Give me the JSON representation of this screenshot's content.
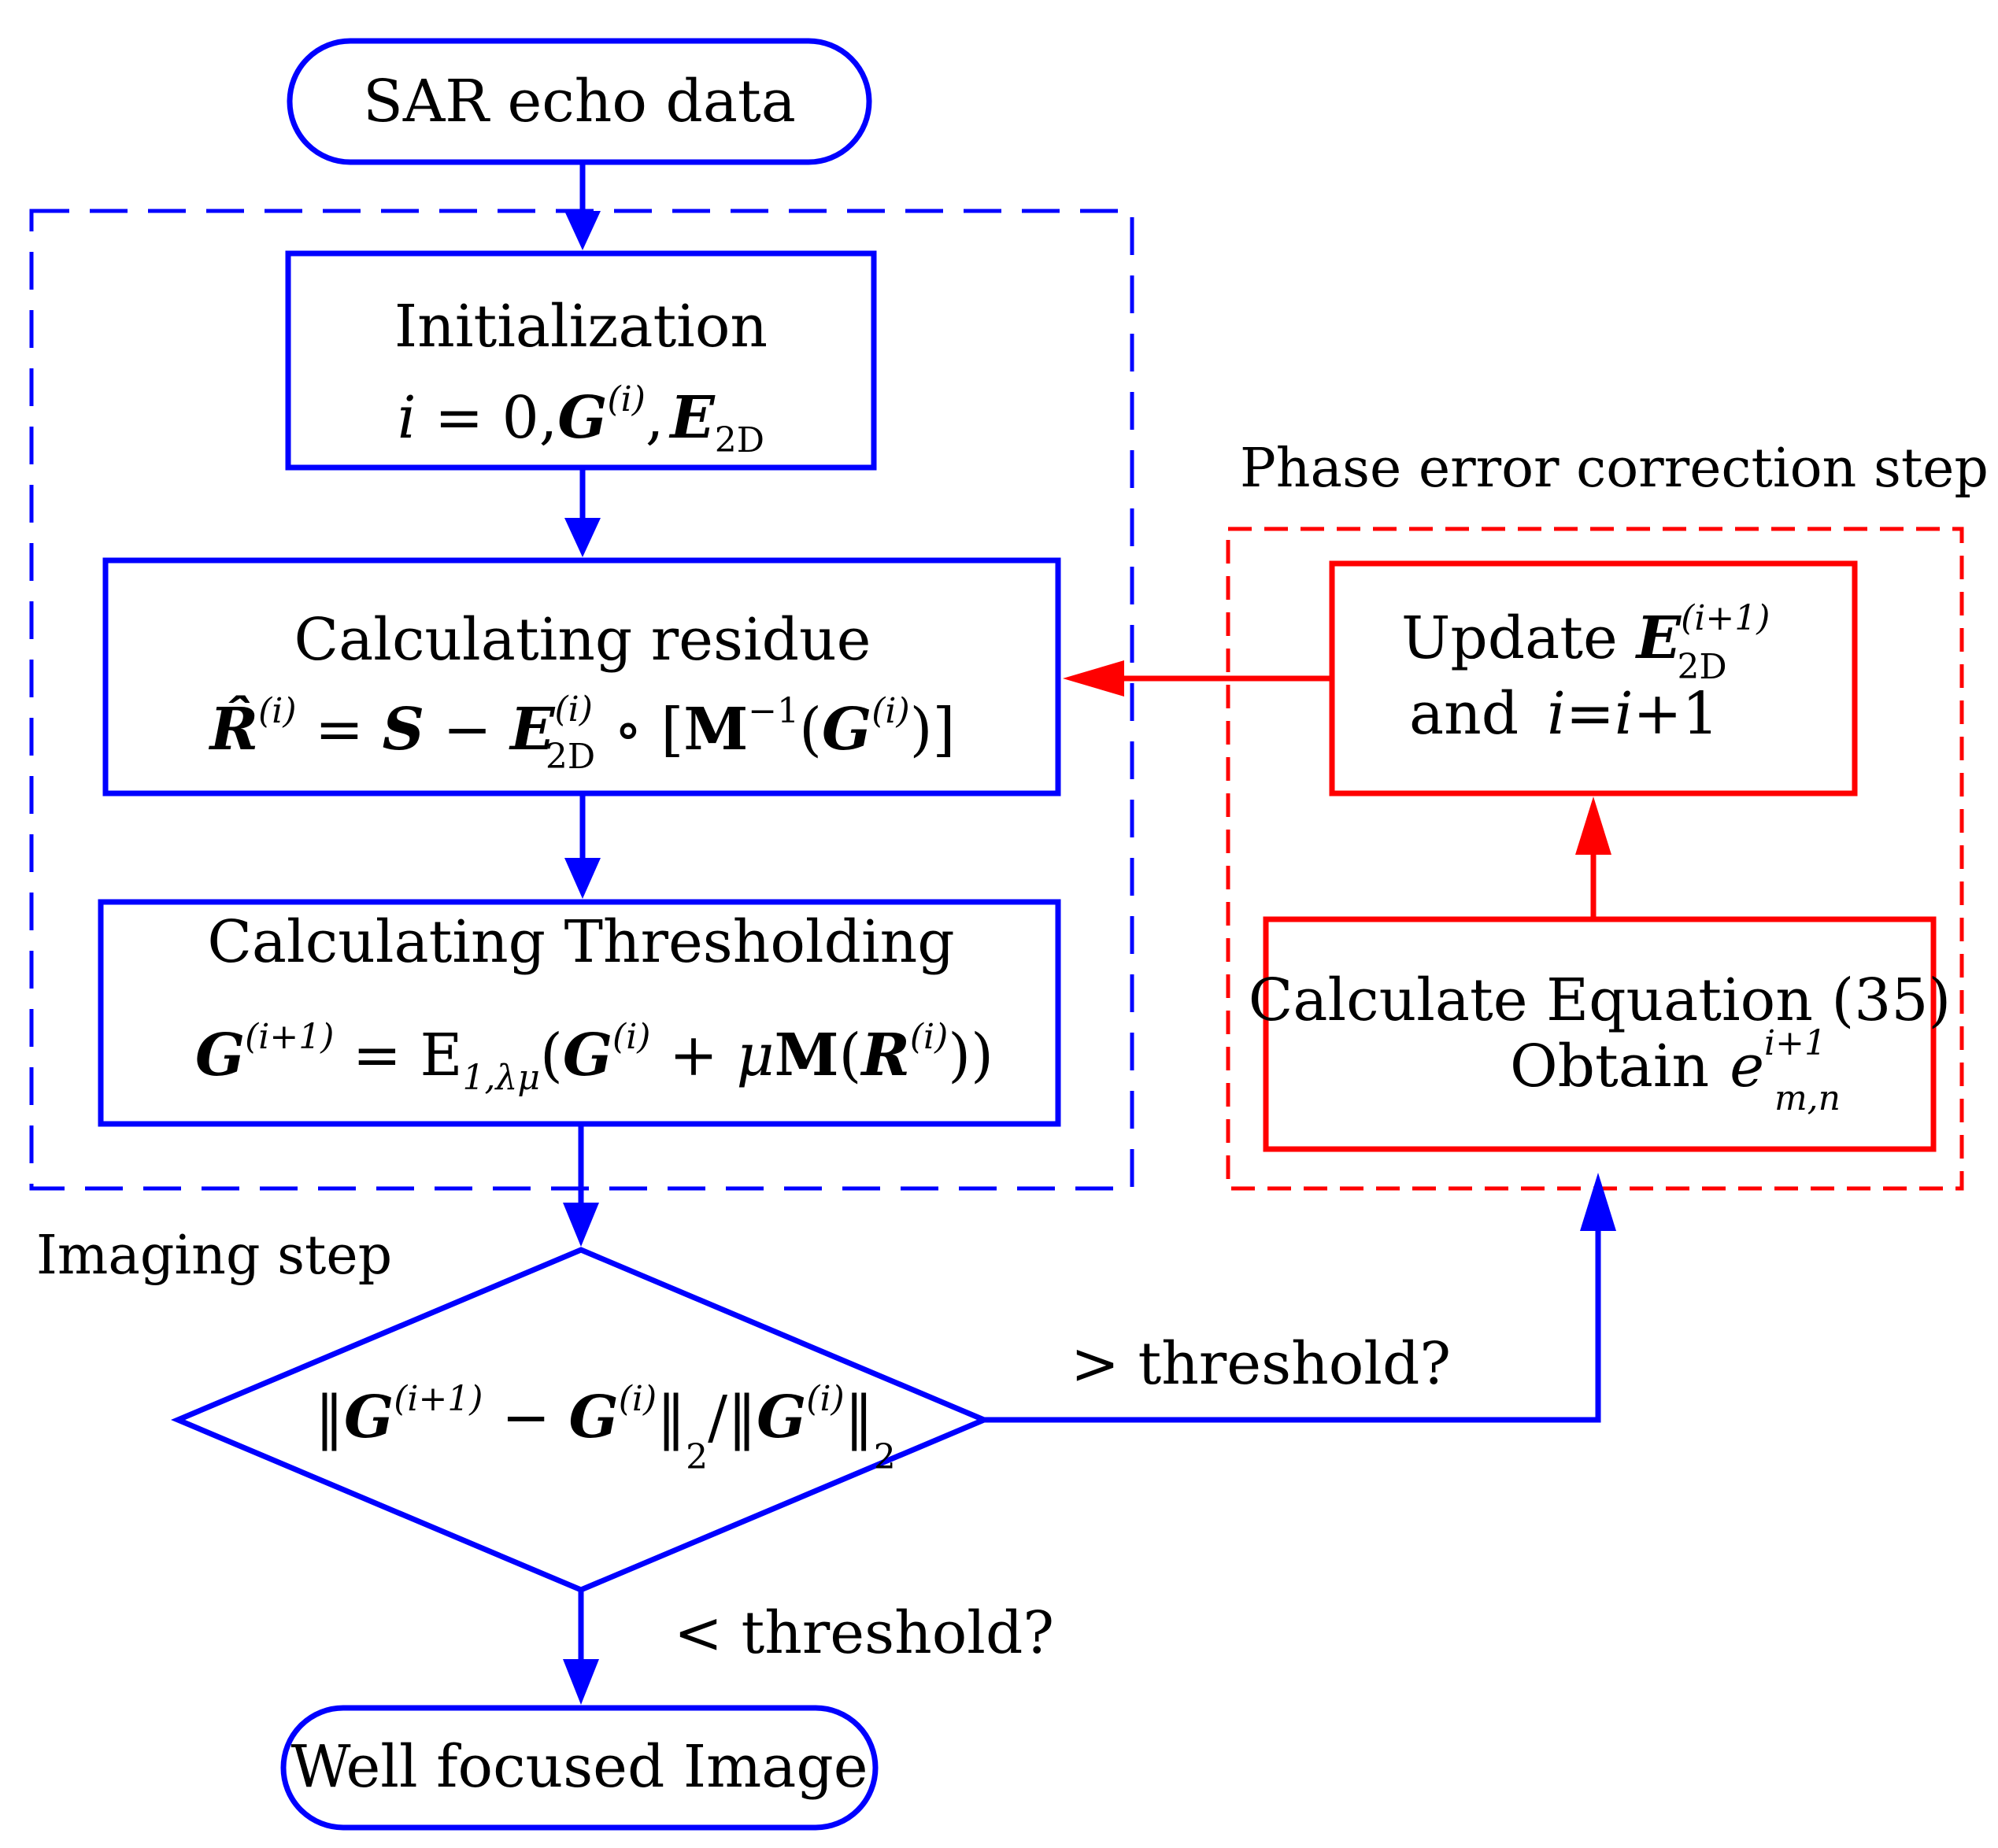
{
  "colors": {
    "blue": "#0000ff",
    "red": "#ff0000",
    "text": "#000000"
  },
  "start": {
    "label": "SAR echo data"
  },
  "imaging_group": {
    "label": "Imaging step"
  },
  "phase_group": {
    "label": "Phase error correction step"
  },
  "init": {
    "title": "Initialization",
    "f_i": "i",
    "f_eq0": " = 0,",
    "f_G": "G",
    "f_Gsup": "(i)",
    "f_comma": ",",
    "f_E": "E",
    "f_Esub": "2D"
  },
  "residue": {
    "title": "Calculating residue",
    "f_R": "R̂",
    "f_Rsup": "(i)",
    "f_eq": " = ",
    "f_S": "S",
    "f_minus": " − ",
    "f_E": "E",
    "f_Esup": "(i)",
    "f_Esub": "2D",
    "f_circ": " ∘ ",
    "f_lb": "[",
    "f_M": "M",
    "f_Msup": "−1",
    "f_lp": "(",
    "f_G": "G",
    "f_Gsup": "(i)",
    "f_rp": ")",
    "f_rb": "]"
  },
  "threshold_step": {
    "title": "Calculating Thresholding",
    "f_G": "G",
    "f_Gsup": "(i+1)",
    "f_eq": " = E",
    "f_sub": "1,λμ",
    "f_lp": "(",
    "f_G2": "G",
    "f_G2sup": "(i)",
    "f_plus": " + ",
    "f_mu": "μ",
    "f_M": "M",
    "f_lp2": "(",
    "f_R": "R",
    "f_Rsup": "(i)",
    "f_rp": "))"
  },
  "decision": {
    "f_bar1": "‖",
    "f_G1": "G",
    "f_G1sup": "(i+1)",
    "f_minus": " − ",
    "f_G2": "G",
    "f_G2sup": "(i)",
    "f_bar2": "‖",
    "f_sub2a": "2",
    "f_slash": "/",
    "f_bar3": "‖",
    "f_G3": "G",
    "f_G3sup": "(i)",
    "f_bar4": "‖",
    "f_sub2b": "2"
  },
  "greater_label": "> threshold?",
  "less_label": "< threshold?",
  "end": {
    "label": "Well focused Image"
  },
  "update": {
    "f_word": "Update",
    "f_E": "E",
    "f_Esup": "(i+1)",
    "f_Esub": "2D",
    "f_and": "and",
    "f_i1": "i",
    "f_eq": "=",
    "f_i2": "i",
    "f_plus1": "+1"
  },
  "calculate": {
    "title": "Calculate Equation (35)",
    "f_obtain": "Obtain",
    "f_e": "e",
    "f_esup": "i+1",
    "f_esub": "m,n"
  }
}
